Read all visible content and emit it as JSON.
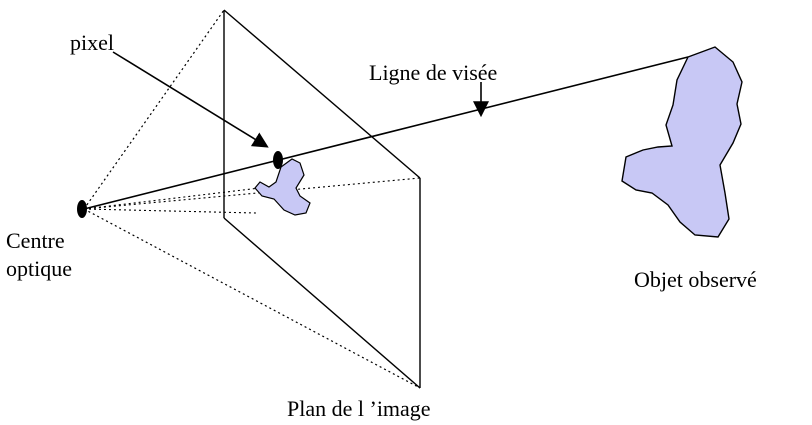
{
  "labels": {
    "pixel": "pixel",
    "line_of_sight": "Ligne de visée",
    "optical_center_line1": "Centre",
    "optical_center_line2": "optique",
    "observed_object": "Objet observé",
    "image_plane": "Plan de l ’image"
  },
  "colors": {
    "blob_fill": "#c8c8f5",
    "stroke": "#000000",
    "background": "#ffffff"
  }
}
